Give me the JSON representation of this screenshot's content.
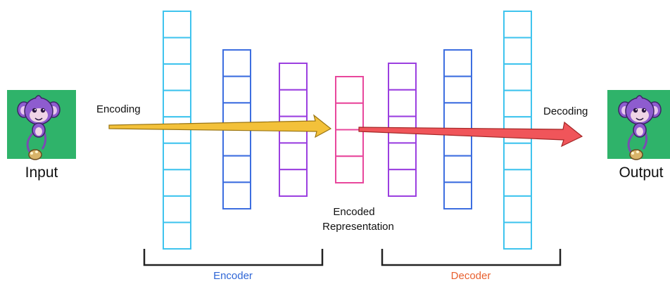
{
  "labels": {
    "input": "Input",
    "output": "Output",
    "encoding": "Encoding",
    "decoding": "Decoding",
    "encoded_line1": "Encoded",
    "encoded_line2": "Representation",
    "encoder": "Encoder",
    "decoder": "Decoder"
  },
  "colors": {
    "image_bg": "#2fb36a",
    "layer_cyan": "#3fc4ee",
    "layer_blue": "#3d6ee0",
    "layer_purple": "#9b3fe0",
    "layer_pink": "#e8479c",
    "encoding_arrow": "#f3c13a",
    "decoding_arrow": "#f0555a",
    "encoder_text": "#2f66d6",
    "decoder_text": "#e8602f"
  },
  "layers": [
    {
      "role": "encoder",
      "color": "cyan",
      "cells": 9
    },
    {
      "role": "encoder",
      "color": "blue",
      "cells": 6
    },
    {
      "role": "encoder",
      "color": "purple",
      "cells": 5
    },
    {
      "role": "bottleneck",
      "color": "pink",
      "cells": 4
    },
    {
      "role": "decoder",
      "color": "purple",
      "cells": 5
    },
    {
      "role": "decoder",
      "color": "blue",
      "cells": 6
    },
    {
      "role": "decoder",
      "color": "cyan",
      "cells": 9
    }
  ],
  "images": [
    {
      "role": "input",
      "depicts": "purple monkey creature sprite"
    },
    {
      "role": "output",
      "depicts": "purple monkey creature sprite"
    }
  ]
}
